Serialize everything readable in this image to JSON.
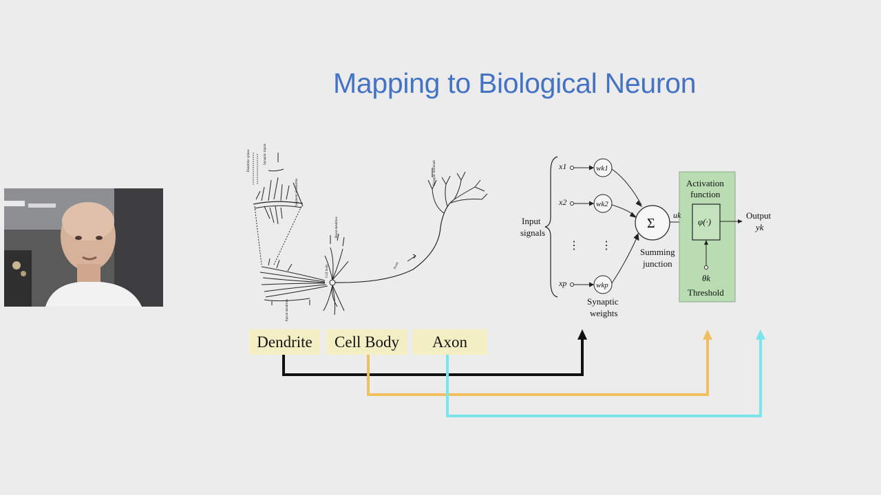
{
  "slide": {
    "title": "Mapping to Biological Neuron"
  },
  "biological_labels": {
    "dendrite": "Dendrite",
    "cell_body": "Cell Body",
    "axon": "Axon"
  },
  "artificial_neuron": {
    "inputs": [
      "x1",
      "x2",
      "xp"
    ],
    "weights": [
      "wk1",
      "wk2",
      "wkp"
    ],
    "input_signals_line1": "Input",
    "input_signals_line2": "signals",
    "synaptic_weights_line1": "Synaptic",
    "synaptic_weights_line2": "weights",
    "summing_symbol": "Σ",
    "summing_line1": "Summing",
    "summing_line2": "junction",
    "uk": "uk",
    "activation_line1": "Activation",
    "activation_line2": "function",
    "phi": "φ(·)",
    "theta": "θk",
    "threshold": "Threshold",
    "output_line1": "Output",
    "output_line2": "yk",
    "dots": "⋮"
  },
  "colors": {
    "title": "#4472c4",
    "dendrite_arrow": "#111111",
    "cell_body_arrow": "#f0c060",
    "axon_arrow": "#7ae6ec",
    "activation_box": "#b9dcb3",
    "label_bg": "#f3eec4"
  }
}
